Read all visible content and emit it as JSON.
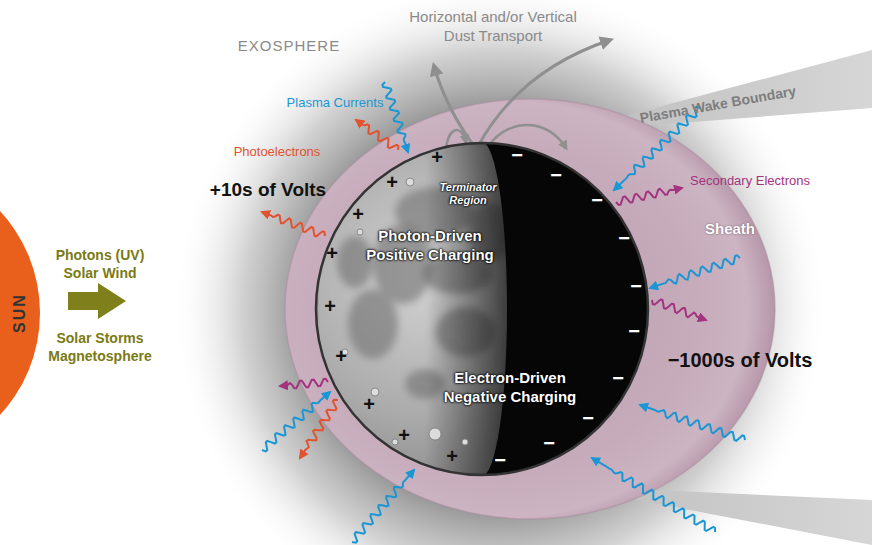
{
  "diagram": {
    "nodes": [
      {
        "text": [
          "SUN"
        ]
      },
      {
        "text": [
          "Terminator Region",
          "Photon-Driven Positive Charging",
          "Electron-Driven Negative Charging"
        ]
      }
    ],
    "labels": [
      "Horizontal and/or Vertical Dust Transport",
      "EXOSPHERE",
      "Plasma Wake Boundary",
      "Plasma Currents",
      "Photoelectrons",
      "+10s of Volts",
      "Secondary Electrons",
      "Sheath",
      "−1000s of Volts",
      "Photons (UV) Solar Wind",
      "Solar Storms Magnetosphere",
      "+",
      "+",
      "+",
      "+",
      "+",
      "+",
      "+",
      "+",
      "+",
      "−",
      "−",
      "−",
      "−",
      "−",
      "−",
      "−",
      "−",
      "−",
      "−"
    ]
  }
}
